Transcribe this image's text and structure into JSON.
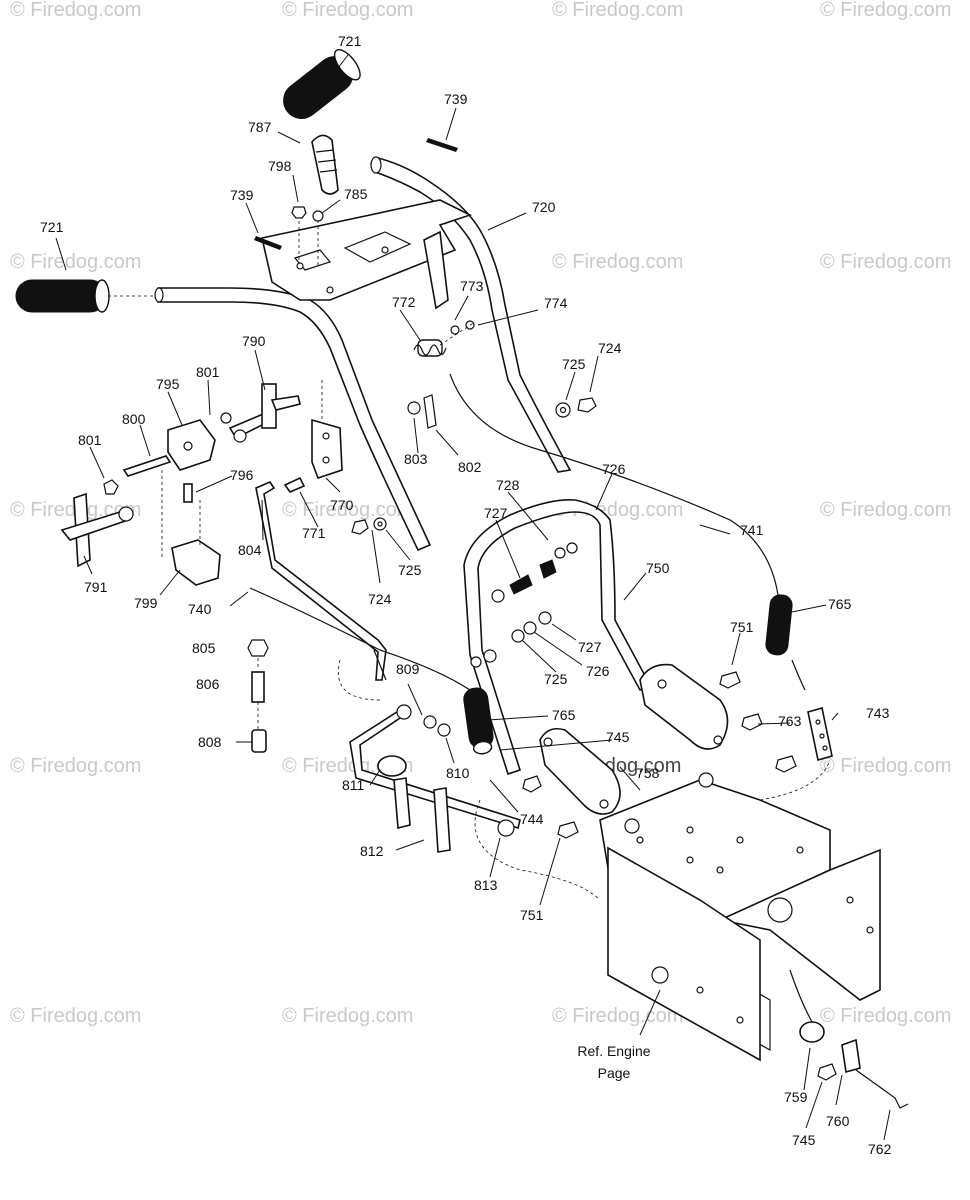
{
  "watermark": {
    "text": "© Firedog.com",
    "center_text": "© Firedog.com"
  },
  "reference_note": [
    "Ref. Engine",
    "Page"
  ],
  "callouts": [
    {
      "id": "c721a",
      "text": "721"
    },
    {
      "id": "c739a",
      "text": "739"
    },
    {
      "id": "c787",
      "text": "787"
    },
    {
      "id": "c798",
      "text": "798"
    },
    {
      "id": "c785",
      "text": "785"
    },
    {
      "id": "c739b",
      "text": "739"
    },
    {
      "id": "c720",
      "text": "720"
    },
    {
      "id": "c721b",
      "text": "721"
    },
    {
      "id": "c773",
      "text": "773"
    },
    {
      "id": "c772",
      "text": "772"
    },
    {
      "id": "c774",
      "text": "774"
    },
    {
      "id": "c790",
      "text": "790"
    },
    {
      "id": "c724a",
      "text": "724"
    },
    {
      "id": "c725a",
      "text": "725"
    },
    {
      "id": "c801a",
      "text": "801"
    },
    {
      "id": "c795",
      "text": "795"
    },
    {
      "id": "c800",
      "text": "800"
    },
    {
      "id": "c801b",
      "text": "801"
    },
    {
      "id": "c803",
      "text": "803"
    },
    {
      "id": "c802",
      "text": "802"
    },
    {
      "id": "c726a",
      "text": "726"
    },
    {
      "id": "c796",
      "text": "796"
    },
    {
      "id": "c728",
      "text": "728"
    },
    {
      "id": "c770",
      "text": "770"
    },
    {
      "id": "c727a",
      "text": "727"
    },
    {
      "id": "c741",
      "text": "741"
    },
    {
      "id": "c771",
      "text": "771"
    },
    {
      "id": "c804",
      "text": "804"
    },
    {
      "id": "c725b",
      "text": "725"
    },
    {
      "id": "c791",
      "text": "791"
    },
    {
      "id": "c799",
      "text": "799"
    },
    {
      "id": "c724b",
      "text": "724"
    },
    {
      "id": "c750",
      "text": "750"
    },
    {
      "id": "c740",
      "text": "740"
    },
    {
      "id": "c765a",
      "text": "765"
    },
    {
      "id": "c751a",
      "text": "751"
    },
    {
      "id": "c727b",
      "text": "727"
    },
    {
      "id": "c805",
      "text": "805"
    },
    {
      "id": "c726b",
      "text": "726"
    },
    {
      "id": "c725c",
      "text": "725"
    },
    {
      "id": "c806",
      "text": "806"
    },
    {
      "id": "c809",
      "text": "809"
    },
    {
      "id": "c765b",
      "text": "765"
    },
    {
      "id": "c743",
      "text": "743"
    },
    {
      "id": "c763",
      "text": "763"
    },
    {
      "id": "c808",
      "text": "808"
    },
    {
      "id": "c745a",
      "text": "745"
    },
    {
      "id": "c758",
      "text": "758"
    },
    {
      "id": "c811",
      "text": "811"
    },
    {
      "id": "c810",
      "text": "810"
    },
    {
      "id": "c744",
      "text": "744"
    },
    {
      "id": "c812",
      "text": "812"
    },
    {
      "id": "c813",
      "text": "813"
    },
    {
      "id": "c751b",
      "text": "751"
    },
    {
      "id": "c759",
      "text": "759"
    },
    {
      "id": "c760",
      "text": "760"
    },
    {
      "id": "c745b",
      "text": "745"
    },
    {
      "id": "c762",
      "text": "762"
    }
  ]
}
